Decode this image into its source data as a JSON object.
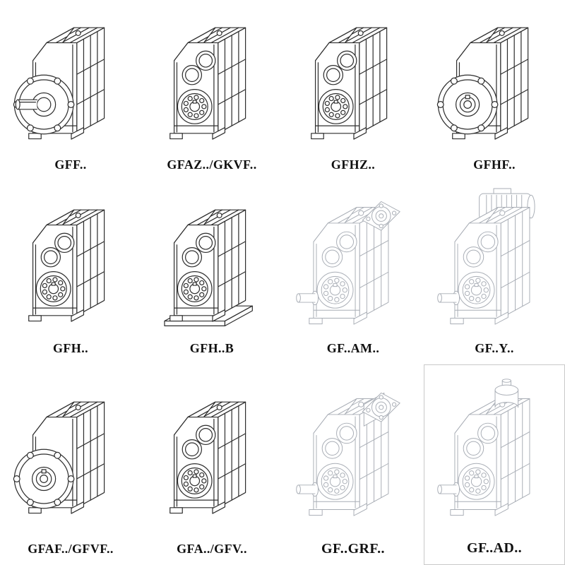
{
  "page": {
    "background": "#ffffff"
  },
  "colors": {
    "solid_stroke": "#2e2e2e",
    "phantom_stroke": "#a8adb5",
    "label_text": "#101010",
    "box_border": "#c9c9c9"
  },
  "cells": [
    {
      "label": "GFF..",
      "drawing": "flange-output-gearbox",
      "line_style": "solid"
    },
    {
      "label": "GFAZ../GKVF..",
      "drawing": "hollow-shaft-gearbox",
      "line_style": "solid"
    },
    {
      "label": "GFHZ..",
      "drawing": "hollow-shaft-gearbox",
      "line_style": "solid"
    },
    {
      "label": "GFHF..",
      "drawing": "flange-hollow-shaft-gearbox",
      "line_style": "solid"
    },
    {
      "label": "GFH..",
      "drawing": "shaft-mounted-gearbox",
      "line_style": "solid"
    },
    {
      "label": "GFH..B",
      "drawing": "shaft-mounted-gearbox-base",
      "line_style": "solid"
    },
    {
      "label": "GF..AM..",
      "drawing": "gearbox-iec-input-flange",
      "line_style": "phantom"
    },
    {
      "label": "GF..Y..",
      "drawing": "gearmotor-with-motor",
      "line_style": "phantom"
    },
    {
      "label": "GFAF../GFVF..",
      "drawing": "flange-hollow-shaft-gearbox",
      "line_style": "solid"
    },
    {
      "label": "GFA../GFV..",
      "drawing": "hollow-shaft-gearbox",
      "line_style": "solid"
    },
    {
      "label": "GF..GRF..",
      "drawing": "gearbox-input-flange-block",
      "line_style": "phantom"
    },
    {
      "label": "GF..AD..",
      "drawing": "gearbox-input-shaft-adapter",
      "line_style": "phantom"
    }
  ]
}
